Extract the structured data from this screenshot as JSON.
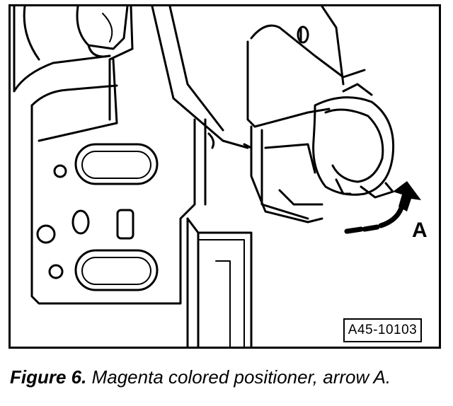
{
  "figure": {
    "reference_code": "A45-10103",
    "arrow_label": "A",
    "caption_label": "Figure 6.",
    "caption_text": "Magenta colored positioner, arrow A."
  },
  "icons": {
    "main": "mechanical-line-drawing",
    "arrow": "curved-motion-arrow"
  }
}
